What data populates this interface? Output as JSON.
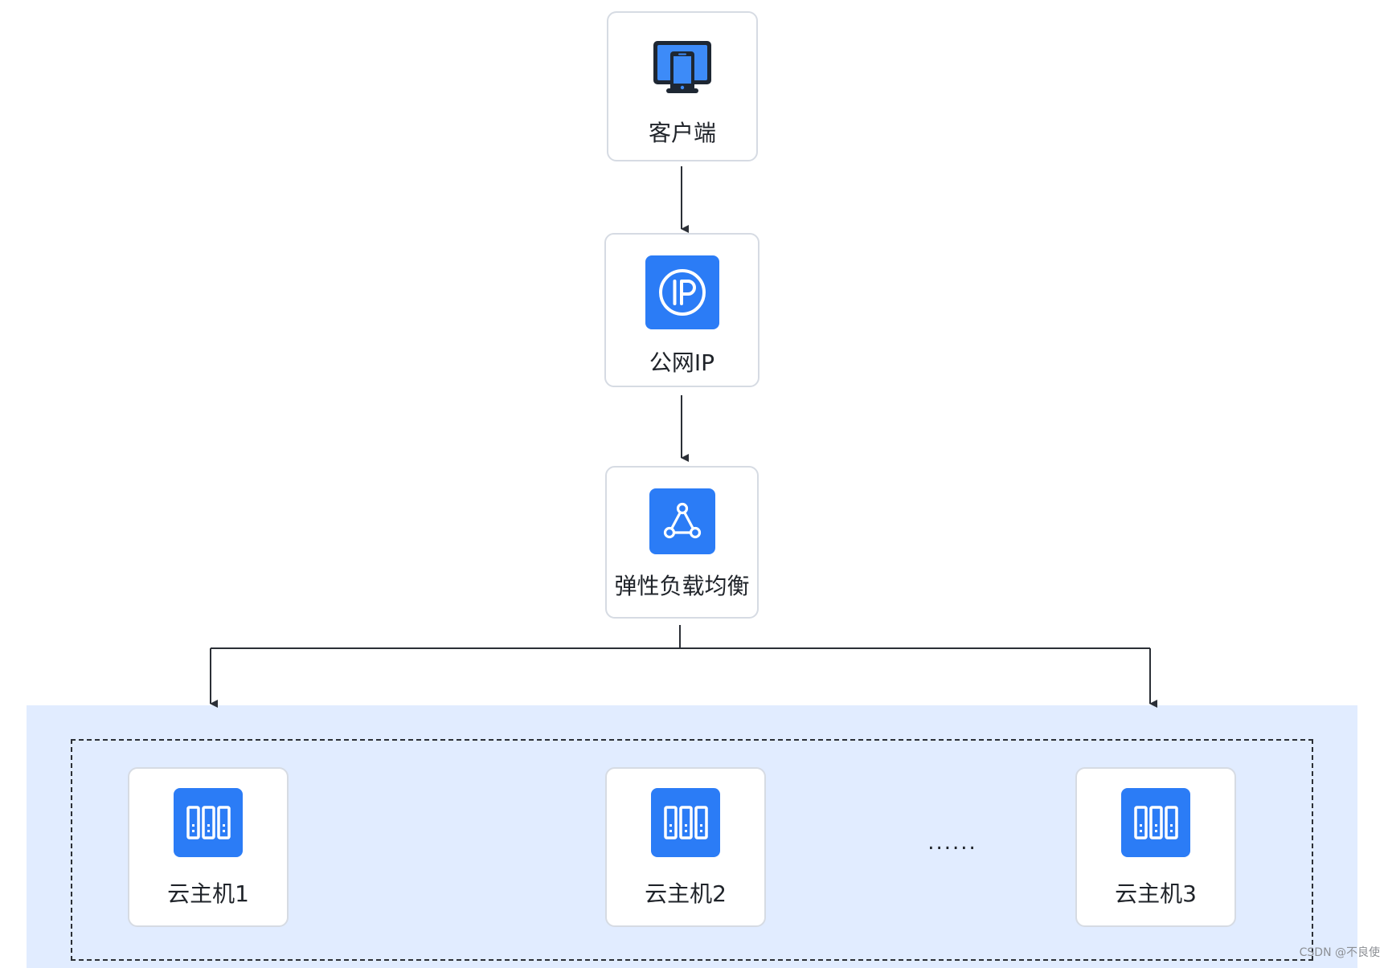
{
  "nodes": {
    "client": {
      "label": "客户端",
      "icon": "monitor-phone-icon"
    },
    "public_ip": {
      "label": "公网IP",
      "icon": "ip-icon"
    },
    "elb": {
      "label": "弹性负载均衡",
      "icon": "load-balancer-icon"
    },
    "host1": {
      "label": "云主机1",
      "icon": "server-icon"
    },
    "host2": {
      "label": "云主机2",
      "icon": "server-icon"
    },
    "host3": {
      "label": "云主机3",
      "icon": "server-icon"
    }
  },
  "ellipsis": "......",
  "watermark": "CSDN @不良使",
  "colors": {
    "accent": "#2b7cf6",
    "cluster_background": "#e1ecff",
    "node_border": "#d6dbe3",
    "line": "#2b2f36"
  }
}
